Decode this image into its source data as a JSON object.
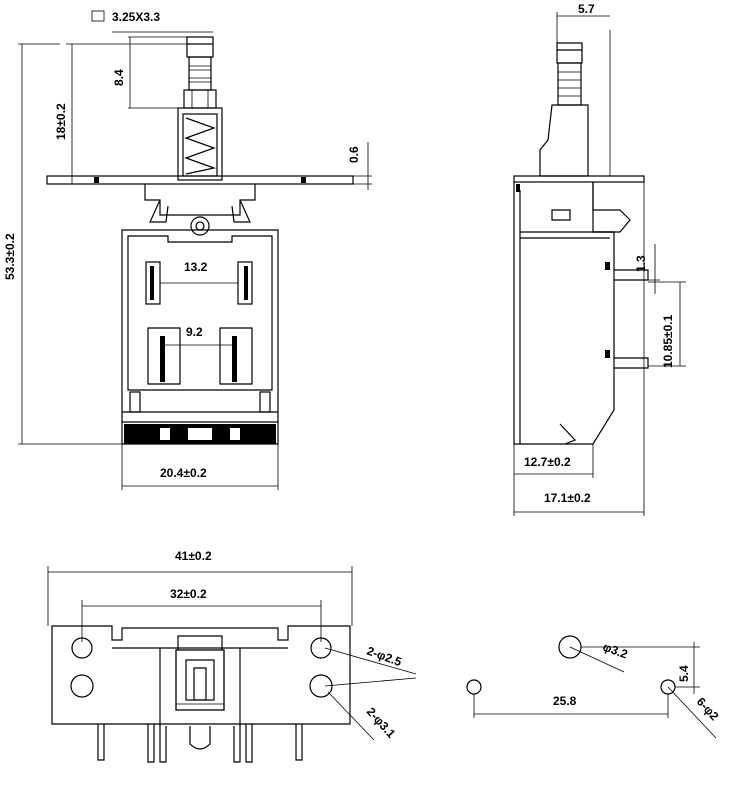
{
  "front_view": {
    "dim_button_size": "3.25X3.3",
    "dim_button_height": "8.4",
    "dim_top_height": "18±0.2",
    "dim_total_height": "53.3±0.2",
    "dim_plate_thickness": "0.6",
    "dim_upper_spacing": "13.2",
    "dim_lower_spacing": "9.2",
    "dim_body_width": "20.4±0.2"
  },
  "side_view": {
    "dim_button_width": "5.7",
    "dim_pin_offset": "1.3",
    "dim_pin_span": "10.85±0.1",
    "dim_body_depth": "12.7±0.2",
    "dim_total_depth": "17.1±0.2"
  },
  "bottom_view": {
    "dim_total_width": "41±0.2",
    "dim_hole_span": "32±0.2",
    "dim_small_holes": "2-φ2.5",
    "dim_large_holes": "2-φ3.1"
  },
  "pcb_layout": {
    "dim_large_hole": "φ3.2",
    "dim_vertical": "5.4",
    "dim_horizontal": "25.8",
    "dim_pin_holes": "6-φ2"
  }
}
